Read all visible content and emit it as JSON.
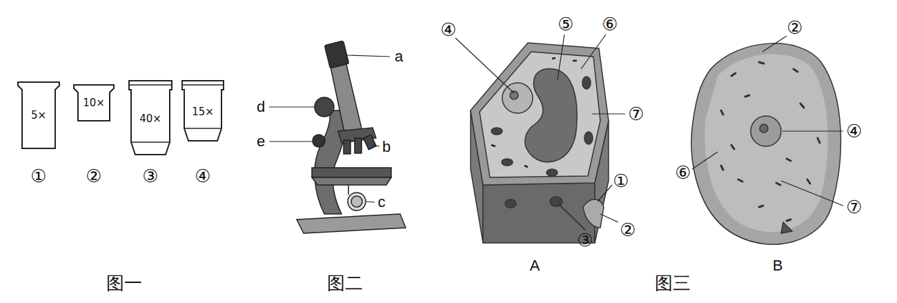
{
  "diagram": {
    "nodes": [
      {
        "text": [
          "5×"
        ]
      },
      {
        "text": [
          "10×"
        ]
      },
      {
        "text": [
          "40×"
        ]
      },
      {
        "text": [
          "15×"
        ]
      }
    ],
    "labels": [
      "①",
      "②",
      "③",
      "④",
      "图一",
      "a",
      "b",
      "c",
      "d",
      "e",
      "图二",
      "④",
      "⑤",
      "⑥",
      "⑦",
      "①",
      "③",
      "②",
      "A",
      "②",
      "④",
      "⑥",
      "⑦",
      "B",
      "图三"
    ]
  }
}
